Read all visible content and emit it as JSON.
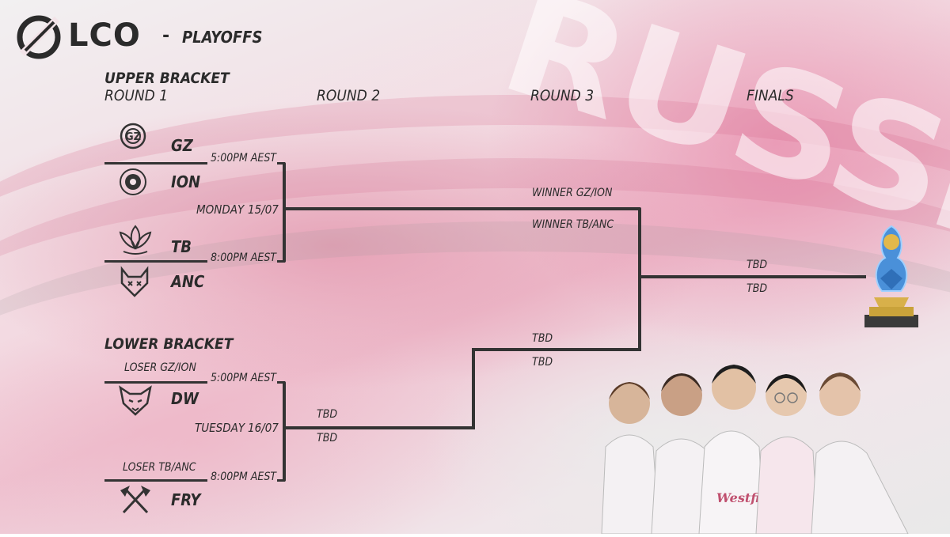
{
  "brand": {
    "logo_text": "LCO",
    "separator": "-",
    "subtitle": "PLAYOFFS"
  },
  "upper": {
    "heading": "UPPER BRACKET",
    "rounds": {
      "r1": "ROUND 1",
      "r2": "ROUND 2",
      "r3": "ROUND 3",
      "finals": "FINALS"
    },
    "teams": [
      {
        "abbr": "GZ",
        "icon": "gz-logo-icon"
      },
      {
        "abbr": "ION",
        "icon": "ion-logo-icon"
      },
      {
        "abbr": "TB",
        "icon": "lotus-logo-icon"
      },
      {
        "abbr": "ANC",
        "icon": "wolf-logo-icon"
      }
    ],
    "match1_time": "5:00PM AEST",
    "match2_time": "8:00PM AEST",
    "day": "MONDAY",
    "date": "15/07",
    "r3_slot1": "WINNER GZ/ION",
    "r3_slot2": "WINNER TB/ANC"
  },
  "finals": {
    "slot1": "TBD",
    "slot2": "TBD",
    "trophy_icon": "trophy-icon"
  },
  "lower": {
    "heading": "LOWER BRACKET",
    "match1_label": "LOSER GZ/ION",
    "match1_time": "5:00PM AEST",
    "team1": {
      "abbr": "DW",
      "icon": "wolf-head-logo-icon"
    },
    "day": "TUESDAY",
    "date": "16/07",
    "match2_label": "LOSER TB/ANC",
    "match2_time": "8:00PM AEST",
    "team2": {
      "abbr": "FRY",
      "icon": "crossed-axes-logo-icon"
    },
    "r2_slot1": "TBD",
    "r2_slot2": "TBD",
    "r3_slot1": "TBD",
    "r3_slot2": "TBD"
  },
  "colors": {
    "accent_pink": "#e38aa8",
    "line": "#333333",
    "text": "#2b2b2b"
  }
}
